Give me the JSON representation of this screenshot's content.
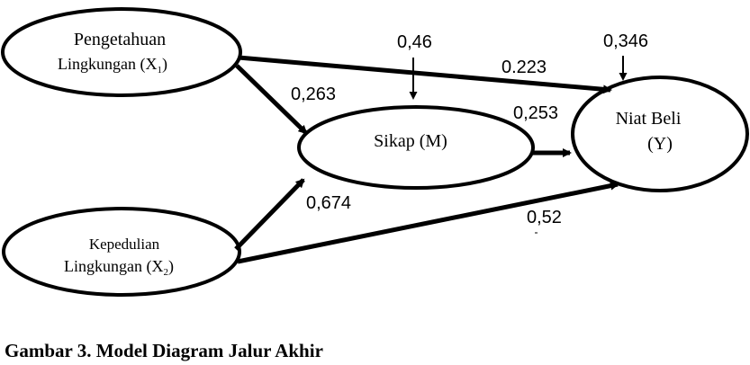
{
  "nodes": {
    "x1": {
      "line1": "Pengetahuan",
      "line2": "Lingkungan (X",
      "sub": "1",
      "line2_end": ")"
    },
    "x2": {
      "line1": "Kepedulian",
      "line2": "Lingkungan (X",
      "sub": "2",
      "line2_end": ")"
    },
    "m": {
      "label": "Sikap (M)"
    },
    "y": {
      "line1": "Niat Beli",
      "line2": "(Y)"
    }
  },
  "coefficients": {
    "x1_to_m": "0,263",
    "x2_to_m": "0,674",
    "m_to_y": "0,253",
    "x1_to_y": "0.223",
    "x2_to_y": "0,52",
    "error_m": "0,46",
    "error_y": "0,346"
  },
  "caption": "Gambar 3. Model Diagram Jalur Akhir"
}
